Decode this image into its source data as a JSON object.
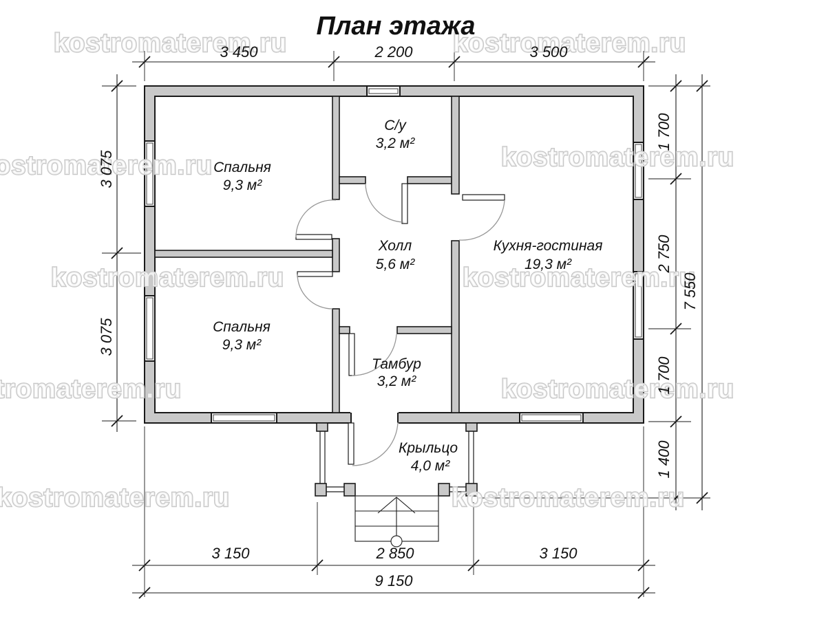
{
  "title": "План этажа",
  "watermark": {
    "text": "kostromaterem.ru"
  },
  "rooms": [
    {
      "name": "Спальня",
      "area": "9,3 м²"
    },
    {
      "name": "С/у",
      "area": "3,2 м²"
    },
    {
      "name": "Кухня-гостиная",
      "area": "19,3 м²"
    },
    {
      "name": "Холл",
      "area": "5,6 м²"
    },
    {
      "name": "Спальня",
      "area": "9,3 м²"
    },
    {
      "name": "Тамбур",
      "area": "3,2 м²"
    },
    {
      "name": "Крыльцо",
      "area": "4,0 м²"
    }
  ],
  "dimensions": {
    "top": [
      "3 450",
      "2 200",
      "3 500"
    ],
    "left": [
      "3 075",
      "3 075"
    ],
    "right": [
      "1 700",
      "2 750",
      "1 700",
      "1 400"
    ],
    "right_total": "7 550",
    "bottom": [
      "3 150",
      "2 850",
      "3 150"
    ],
    "bottom_total": "9 150"
  },
  "colors": {
    "wall_fill": "#c9c9c9",
    "line": "#1a1a1a",
    "door_arc": "#979797",
    "watermark_stroke": "#c6c6c6"
  }
}
